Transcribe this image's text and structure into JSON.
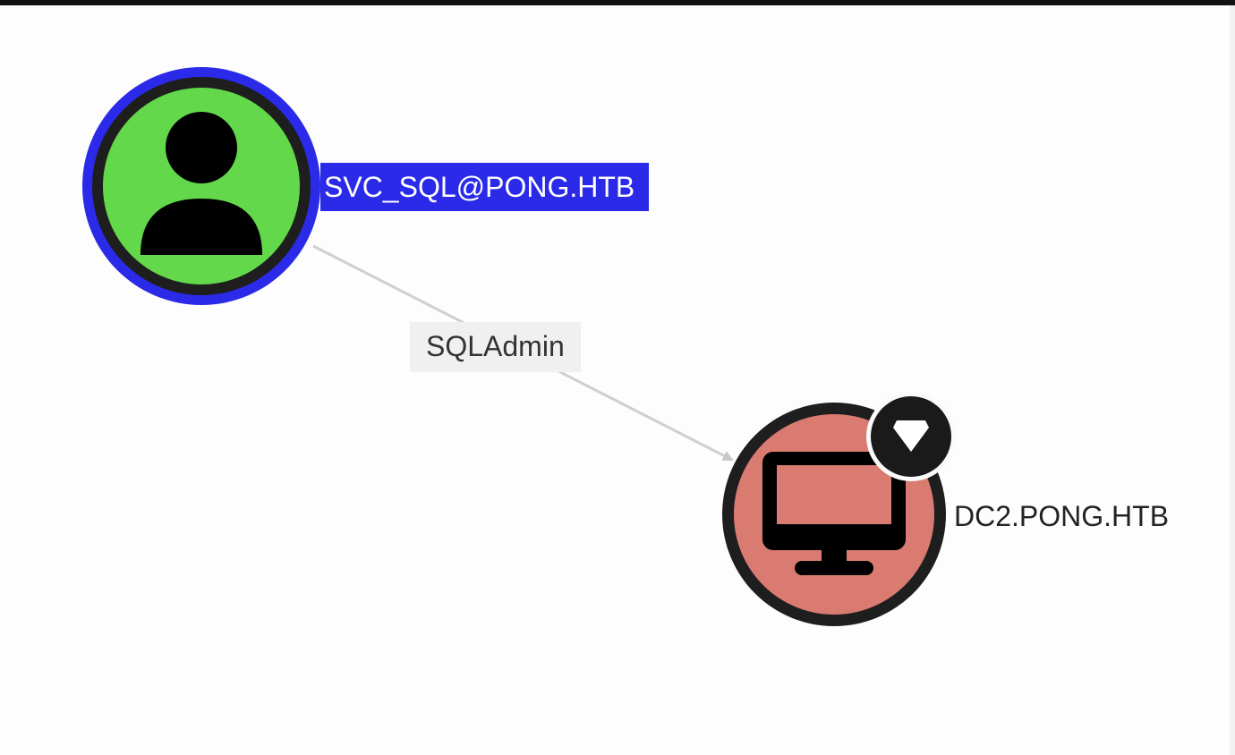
{
  "graph": {
    "nodes": [
      {
        "id": "user",
        "label": "SVC_SQL@PONG.HTB",
        "type": "User",
        "fill": "#62d84a",
        "highlight": "#2a2ae8"
      },
      {
        "id": "computer",
        "label": "DC2.PONG.HTB",
        "type": "Computer",
        "fill": "#d97b70",
        "badge": "gem-icon"
      }
    ],
    "edges": [
      {
        "from": "user",
        "to": "computer",
        "label": "SQLAdmin"
      }
    ]
  }
}
